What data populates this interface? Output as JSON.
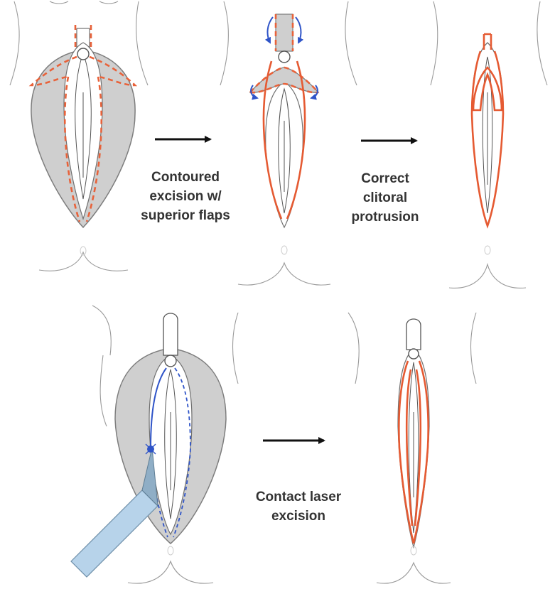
{
  "captions": {
    "step1": [
      "Contoured",
      "excision w/",
      "superior flaps"
    ],
    "step2": [
      "Correct",
      "clitoral",
      "protrusion"
    ],
    "step3": [
      "Contact laser",
      "excision"
    ]
  },
  "colors": {
    "excision_line": "#e8623a",
    "flap_arrow": "#2f54c8",
    "laser_line": "#2f54c8",
    "labia_fill": "#cfcfcf",
    "laser_fiber": "#b7d3ea",
    "text": "#333333"
  }
}
